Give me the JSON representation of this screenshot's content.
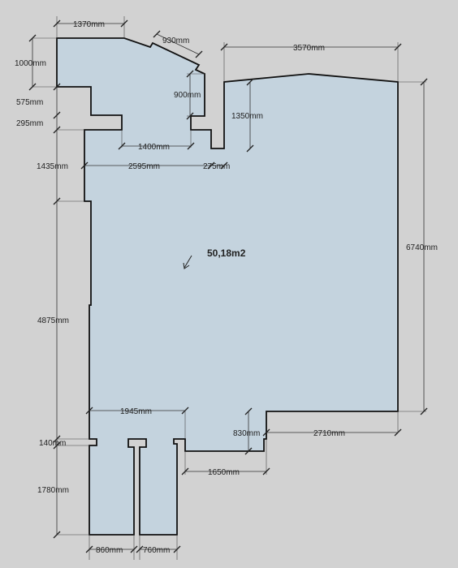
{
  "area": {
    "label": "50,18m2"
  },
  "dimensions": [
    {
      "id": "top-left-width",
      "label": "1370mm"
    },
    {
      "id": "diagonal-top",
      "label": "930mm"
    },
    {
      "id": "right-top-width",
      "label": "3570mm"
    },
    {
      "id": "left-top-height",
      "label": "1000mm"
    },
    {
      "id": "notch-height",
      "label": "900mm"
    },
    {
      "id": "left-step-575",
      "label": "575mm"
    },
    {
      "id": "right-inset-height",
      "label": "1350mm"
    },
    {
      "id": "left-step-295",
      "label": "295mm"
    },
    {
      "id": "inner-width-1400",
      "label": "1400mm"
    },
    {
      "id": "left-height-1435",
      "label": "1435mm"
    },
    {
      "id": "inner-width-2595",
      "label": "2595mm"
    },
    {
      "id": "inner-width-275",
      "label": "275mm"
    },
    {
      "id": "right-height-6740",
      "label": "6740mm"
    },
    {
      "id": "left-height-4875",
      "label": "4875mm"
    },
    {
      "id": "bottom-width-1945",
      "label": "1945mm"
    },
    {
      "id": "right-step-830",
      "label": "830mm"
    },
    {
      "id": "bottom-right-width-2710",
      "label": "2710mm"
    },
    {
      "id": "left-step-140",
      "label": "140mm"
    },
    {
      "id": "bottom-width-1650",
      "label": "1650mm"
    },
    {
      "id": "left-height-1780",
      "label": "1780mm"
    },
    {
      "id": "leg-width-860",
      "label": "860mm"
    },
    {
      "id": "leg-width-760",
      "label": "760mm"
    }
  ]
}
